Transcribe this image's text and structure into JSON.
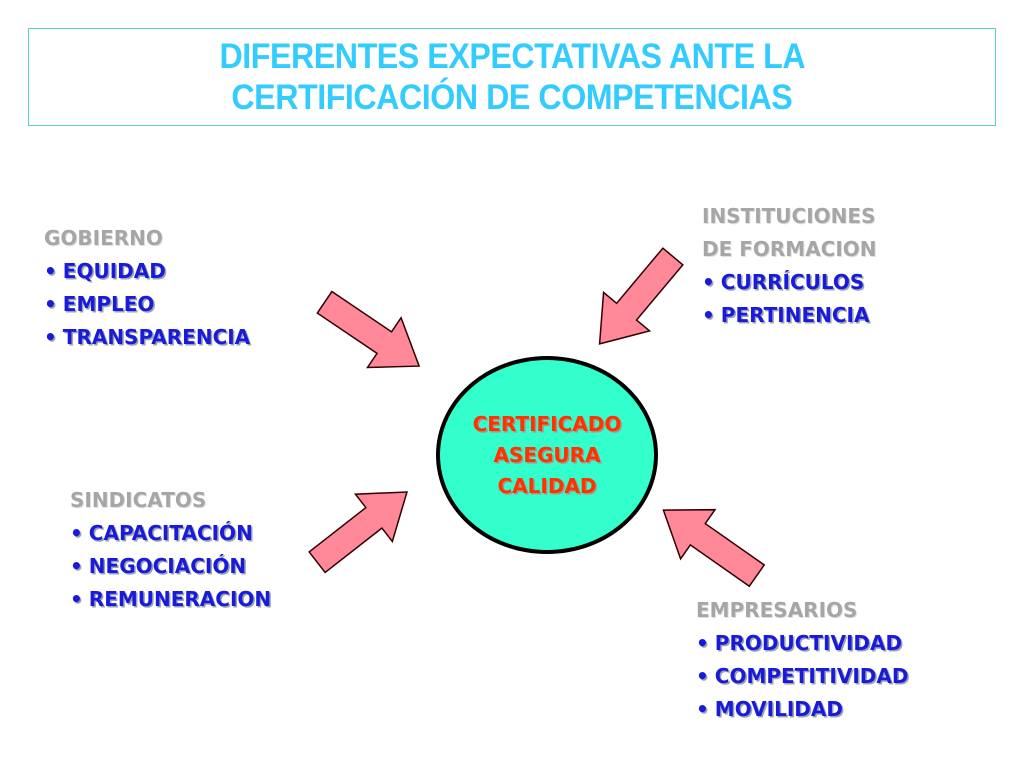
{
  "title": {
    "line1": "DIFERENTES EXPECTATIVAS ANTE LA",
    "line2": "CERTIFICACIÓN DE COMPETENCIAS"
  },
  "center": {
    "lines": [
      "CERTIFICADO",
      "ASEGURA",
      "CALIDAD"
    ],
    "fill": "#33ffcc",
    "text_color": "#ff3300"
  },
  "groups": {
    "gobierno": {
      "heading": [
        "GOBIERNO"
      ],
      "items": [
        "EQUIDAD",
        "EMPLEO",
        "TRANSPARENCIA"
      ]
    },
    "instituciones": {
      "heading": [
        "INSTITUCIONES",
        "DE FORMACION"
      ],
      "items": [
        "CURRÍCULOS",
        "PERTINENCIA"
      ]
    },
    "sindicatos": {
      "heading": [
        "SINDICATOS"
      ],
      "items": [
        "CAPACITACIÓN",
        "NEGOCIACIÓN",
        "REMUNERACION"
      ]
    },
    "empresarios": {
      "heading": [
        "EMPRESARIOS"
      ],
      "items": [
        "PRODUCTIVIDAD",
        "COMPETITIVIDAD",
        "MOVILIDAD"
      ]
    }
  },
  "bullet": "•",
  "colors": {
    "title": "#33ccff",
    "heading": "#a6a6a6",
    "item": "#1a1ad9",
    "arrow": "#ff8899"
  }
}
